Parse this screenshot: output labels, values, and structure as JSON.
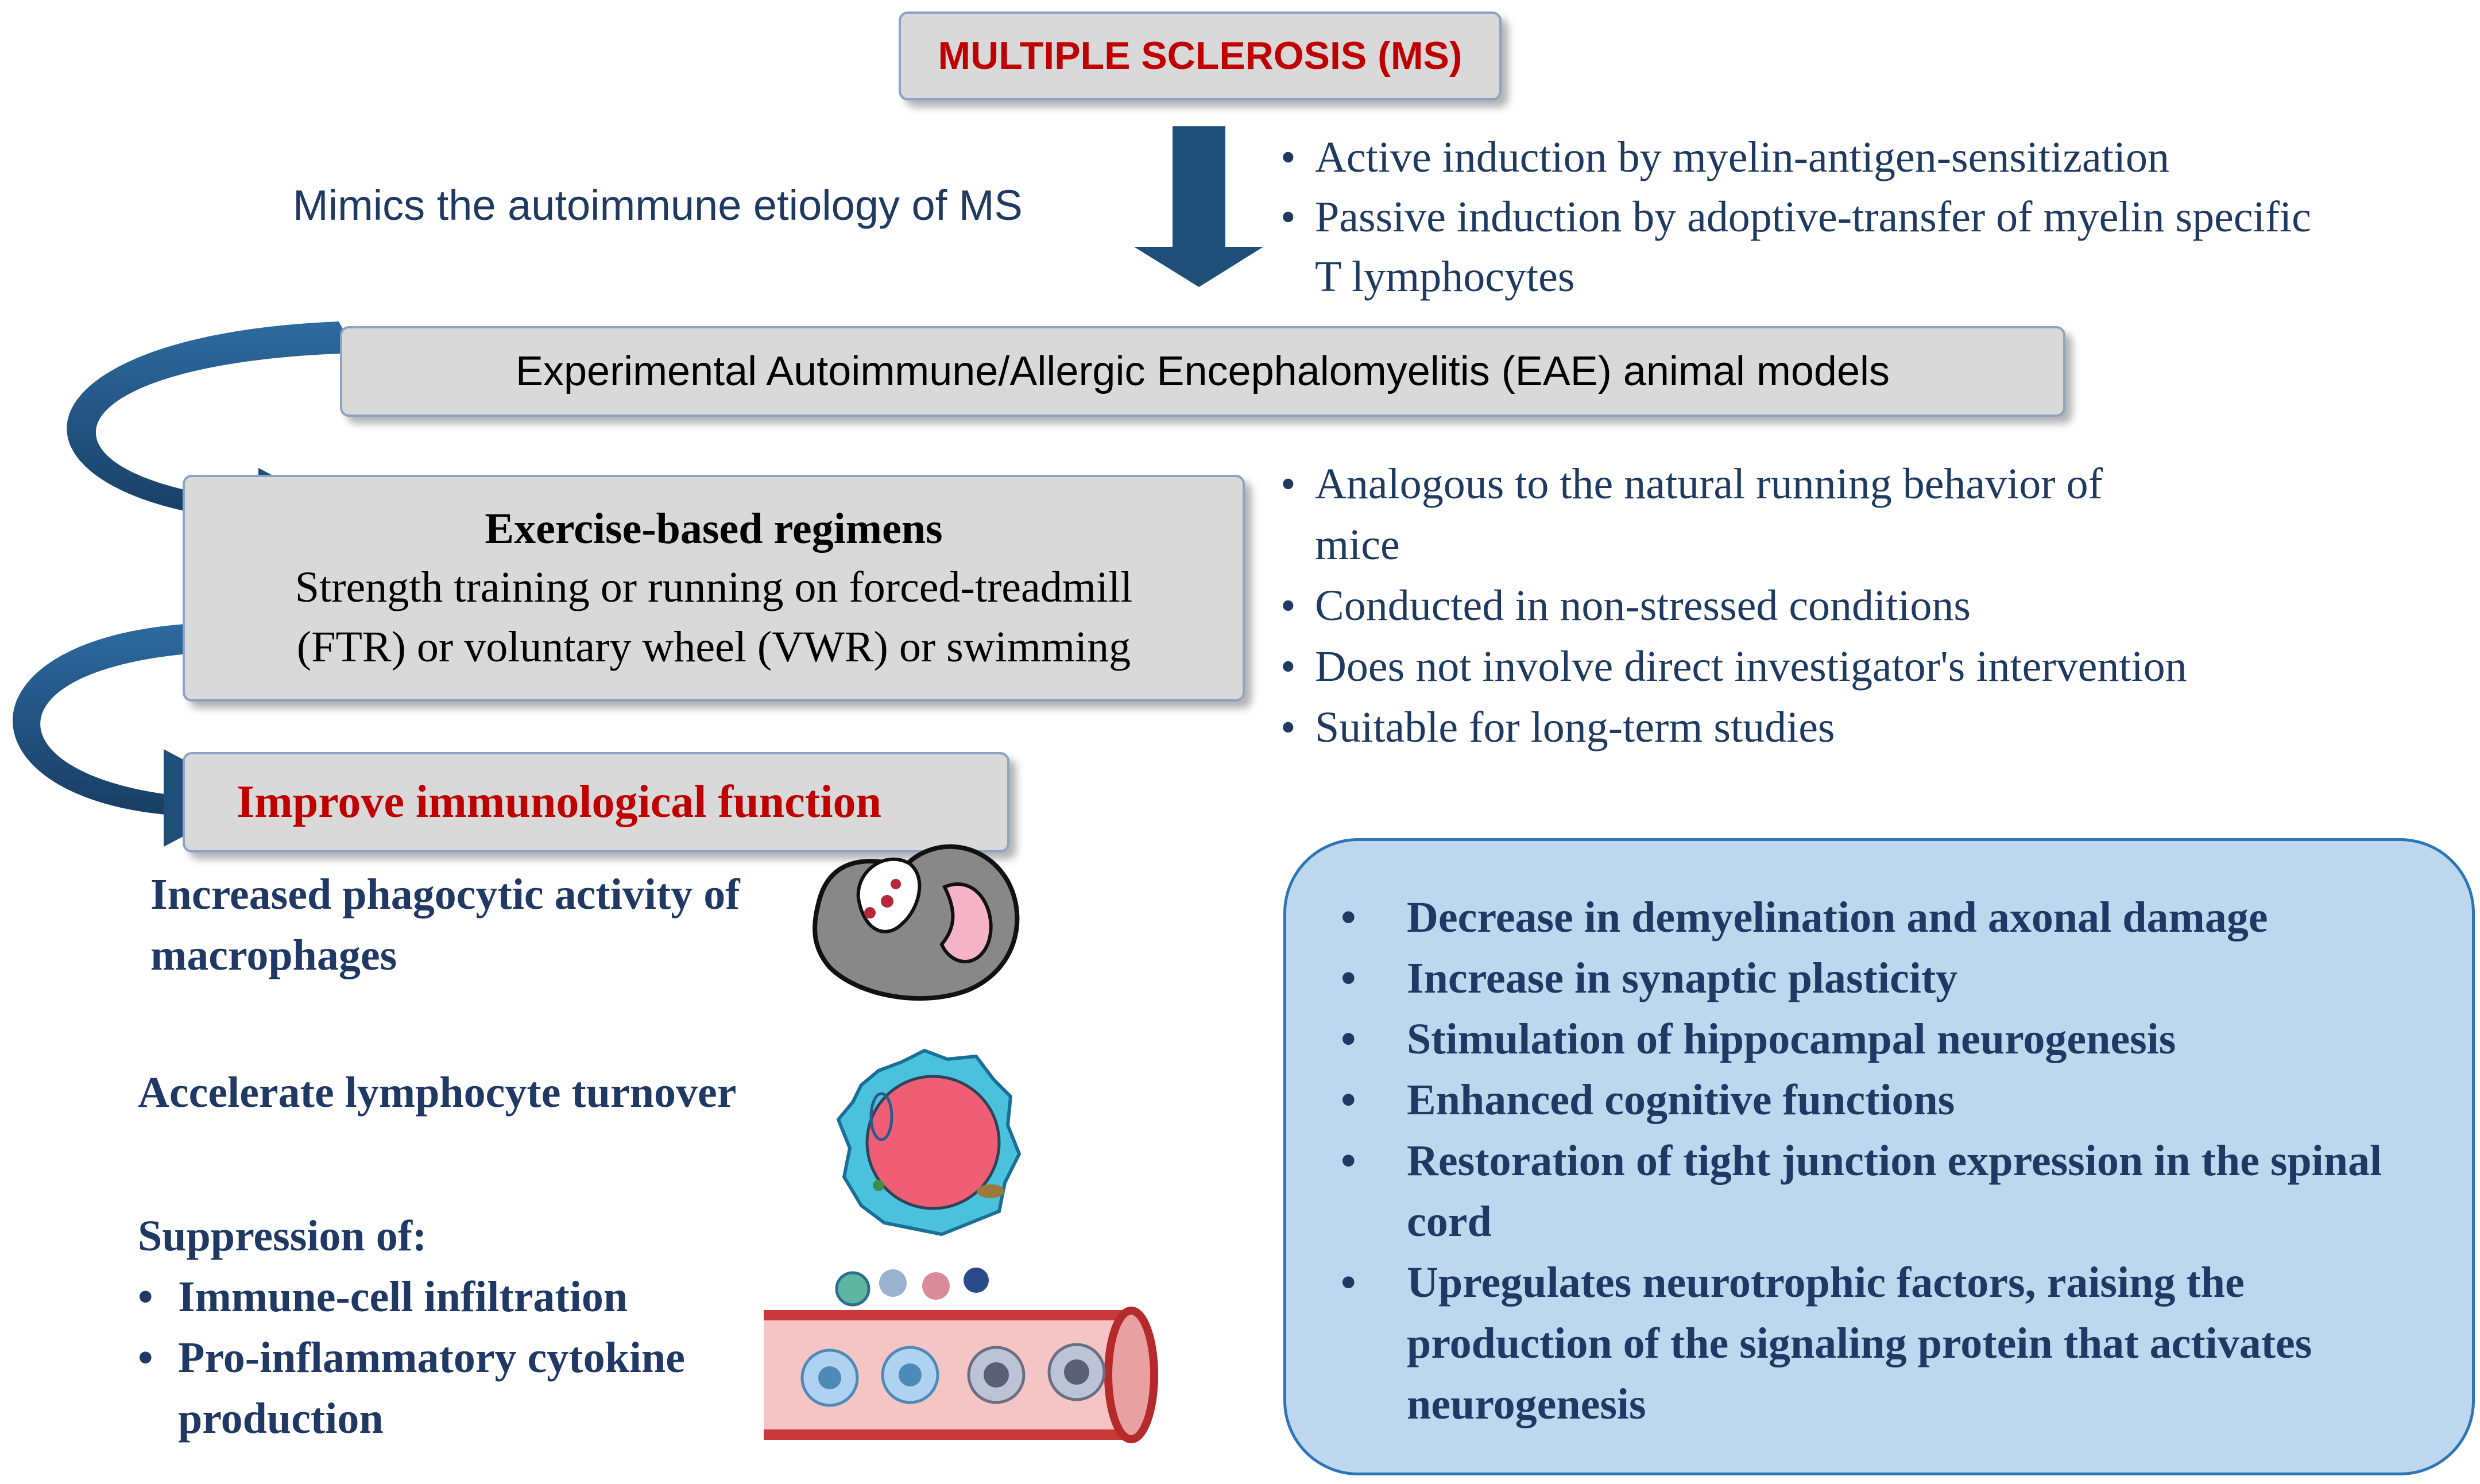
{
  "title": "MULTIPLE SCLEROSIS (MS)",
  "mimics_label": "Mimics the autoimmune etiology of MS",
  "induction_bullets": [
    "Active induction by myelin-antigen-sensitization",
    "Passive induction by adoptive-transfer of myelin specific T lymphocytes"
  ],
  "eae_box": "Experimental Autoimmune/Allergic Encephalomyelitis (EAE) animal models",
  "exercise": {
    "title": "Exercise-based regimens",
    "line1": "Strength training or running on forced-treadmill",
    "line2": "(FTR) or voluntary wheel (VWR) or swimming"
  },
  "exercise_bullets": [
    "Analogous to the natural running behavior of mice",
    "Conducted in non-stressed conditions",
    "Does not involve direct investigator's intervention",
    "Suitable for long-term studies"
  ],
  "improve_box": "Improve immunological function",
  "phagocytic_text": "Increased phagocytic activity of macrophages",
  "lymphocyte_text": "Accelerate lymphocyte turnover",
  "suppression": {
    "heading": "Suppression of:",
    "items": [
      "Immune-cell infiltration",
      "Pro-inflammatory cytokine production"
    ]
  },
  "outcomes": [
    "Decrease in demyelination and axonal damage",
    "Increase in synaptic plasticity",
    "Stimulation of hippocampal neurogenesis",
    "Enhanced cognitive functions",
    "Restoration of tight junction expression in the spinal cord",
    "Upregulates neurotrophic factors, raising the production of the signaling protein that activates neurogenesis"
  ],
  "colors": {
    "title_red": "#c00000",
    "navy_text": "#1f3864",
    "box_gray": "#d9d9d9",
    "box_border": "#8ea3c4",
    "arrow_navy": "#1f4e79",
    "outcome_bg": "#bdd7ee"
  },
  "icons": [
    "down-arrow-icon",
    "curved-arrow-icon",
    "macrophage-icon",
    "lymphocyte-icon",
    "blood-vessel-icon"
  ]
}
